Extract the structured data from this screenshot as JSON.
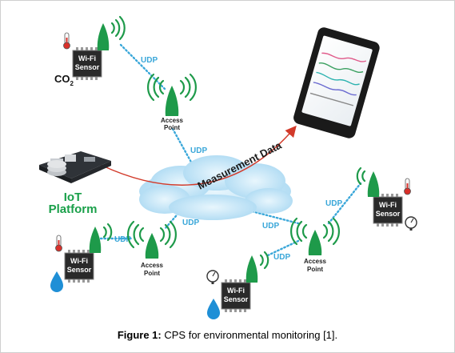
{
  "diagram": {
    "udp_label": "UDP",
    "wifi_sensor_line1": "Wi-Fi",
    "wifi_sensor_line2": "Sensor",
    "co2_main": "CO",
    "co2_sub": "2",
    "access_point_line1": "Access",
    "access_point_line2": "Point",
    "iot_line1": "IoT",
    "iot_line2": "Platform",
    "measurement_data": "Measurement Data"
  },
  "caption": {
    "label": "Figure 1:",
    "text": " CPS for environmental monitoring [1]."
  },
  "colors": {
    "link": "#3aa7d9",
    "antenna": "#1e9a4a",
    "chip": "#2a2a2a",
    "iot_text": "#1aa04a",
    "arrow": "#d23a2a",
    "cloud": "#bfe3f6"
  }
}
